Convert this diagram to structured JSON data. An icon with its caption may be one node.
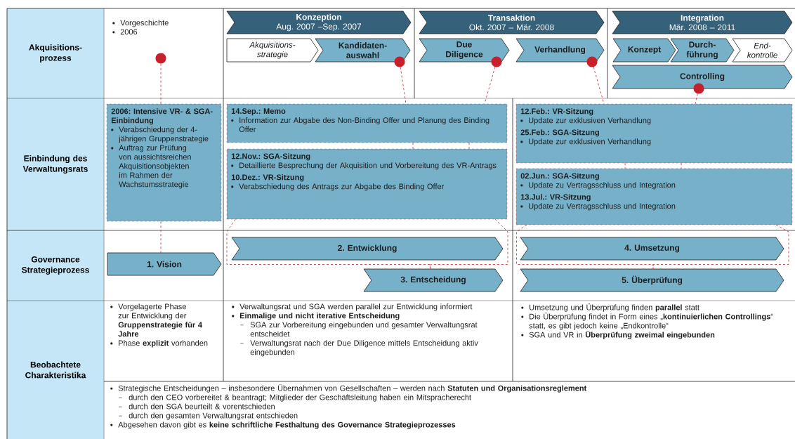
{
  "diagram": {
    "nodes": [
      {
        "text": [
          "Akquisitions- prozess"
        ]
      },
      {
        "text": [
          "Einbindung des Verwaltungsrats"
        ]
      },
      {
        "text": [
          "Governance Strategieprozess"
        ]
      },
      {
        "text": [
          "Beobachtete Charakteristika"
        ]
      },
      {
        "text": [
          "Konzeption",
          "Aug. 2007 –Sep. 2007"
        ]
      },
      {
        "text": [
          "Akquisitions- strategie"
        ]
      },
      {
        "text": [
          "Kandidaten- auswahl"
        ]
      },
      {
        "text": [
          "Transaktion",
          "Okt. 2007 – Mär. 2008"
        ]
      },
      {
        "text": [
          "Due Diligence"
        ]
      },
      {
        "text": [
          "Verhandlung"
        ]
      },
      {
        "text": [
          "Integration",
          "Mär. 2008 – 2011"
        ]
      },
      {
        "text": [
          "Konzept"
        ]
      },
      {
        "text": [
          "Durch- führung"
        ]
      },
      {
        "text": [
          "End- kontrolle"
        ]
      },
      {
        "text": [
          "Controlling"
        ]
      },
      {
        "text": [],
        "shape": "circle"
      },
      {
        "text": [],
        "shape": "circle"
      },
      {
        "text": [],
        "shape": "circle"
      },
      {
        "text": [],
        "shape": "circle"
      },
      {
        "text": [],
        "shape": "circle"
      },
      {
        "text": [
          "2006: Intensive VR- & SGA-Einbindung",
          "Verabschiedung der 4-jährigen Gruppenstrategie",
          "Auftrag zur Prüfung von aussichtsreichen Akquisitionsobjekten im Rahmen der Wachstumsstrategie"
        ]
      },
      {
        "text": [
          "14.Sep.: Memo",
          "Information zur Abgabe des Non-Binding Offer und Planung des Binding Offer"
        ]
      },
      {
        "text": [
          "12.Nov.: SGA-Sitzung",
          "Detaillierte Besprechung der Akquisition und Vorbereitung des VR-Antrags",
          "10.Dez.: VR-Sitzung",
          "Verabschiedung des Antrags zur Abgabe des Binding Offer"
        ]
      },
      {
        "text": [
          "12.Feb.: VR-Sitzung",
          "Update zur exklusiven Verhandlung",
          "25.Feb.: SGA-Sitzung",
          "Update zur exklusiven Verhandlung"
        ]
      },
      {
        "text": [
          "02.Jun.: SGA-Sitzung",
          "Update zu Vertragsschluss und Integration",
          "13.Jul.: VR-Sitzung",
          "Update zu Vertragsschluss und Integration"
        ]
      },
      {
        "text": [
          "1. Vision"
        ]
      },
      {
        "text": [
          "2. Entwicklung"
        ]
      },
      {
        "text": [
          "3. Entscheidung"
        ]
      },
      {
        "text": [
          "4. Umsetzung"
        ]
      },
      {
        "text": [
          "5. Überprüfung"
        ]
      }
    ],
    "edges": [
      {
        "from": 15,
        "to": 20,
        "arrow": "none",
        "style": "dashed"
      },
      {
        "from": 20,
        "to": 25,
        "arrow": "none",
        "style": "dashed"
      },
      {
        "from": 16,
        "to": 21,
        "arrow": "none",
        "style": "dashed"
      },
      {
        "from": 17,
        "to": 21,
        "arrow": "none",
        "style": "dashed"
      },
      {
        "from": 21,
        "to": 22,
        "arrow": "none",
        "style": "dashed"
      },
      {
        "from": 21,
        "to": 22,
        "arrow": "none",
        "style": "dashed"
      },
      {
        "from": 22,
        "to": 27,
        "arrow": "none",
        "style": "dashed"
      },
      {
        "from": 22,
        "to": 27,
        "arrow": "none",
        "style": "dashed"
      },
      {
        "from": 18,
        "to": 23,
        "arrow": "none",
        "style": "dashed"
      },
      {
        "from": 19,
        "to": 23,
        "arrow": "none",
        "style": "dashed"
      },
      {
        "from": 23,
        "to": 24,
        "arrow": "none",
        "style": "dashed"
      },
      {
        "from": 23,
        "to": 24,
        "arrow": "none",
        "style": "dashed"
      },
      {
        "from": 24,
        "to": 29,
        "arrow": "none",
        "style": "dashed"
      },
      {
        "from": 24,
        "to": 29,
        "arrow": "none",
        "style": "dashed"
      }
    ],
    "labels": [
      "Vorgeschichte",
      "2006",
      "Vorgelagerte Phase zur Entwicklung der **Gruppenstrategie für 4 Jahre**",
      "Phase **explizit** vorhanden",
      "Verwaltungsrat und SGA werden parallel zur Entwicklung informiert",
      "Einmalige und nicht iterative Entscheidung",
      "SGA zur Vorbereitung eingebunden und gesamter Verwaltungsrat entscheidet",
      "Verwaltungsrat nach der Due Diligence mittels Entscheidung aktiv eingebunden",
      "Umsetzung und Überprüfung finden **parallel** statt",
      "Die Überprüfung findet in Form eines „**kontinuierlichen Controllings**“ statt, es gibt jedoch keine „Endkontrolle“",
      "SGA und VR in **Überprüfung zweimal eingebunden**",
      "Strategische Entscheidungen – insbesondere Übernahmen von Gesellschaften – werden nach **Statuten und Organisationsreglement**",
      "durch den CEO vorbereitet & beantragt; Mitglieder der Geschäftsleitung haben ein Mitspracherecht",
      "durch den SGA beurteilt & vorentschieden",
      "durch den gesamten Verwaltungsrat entschieden",
      "Abgesehen davon gibt es **keine schriftliche Festhaltung des Governance Strategieprozesses**"
    ]
  }
}
